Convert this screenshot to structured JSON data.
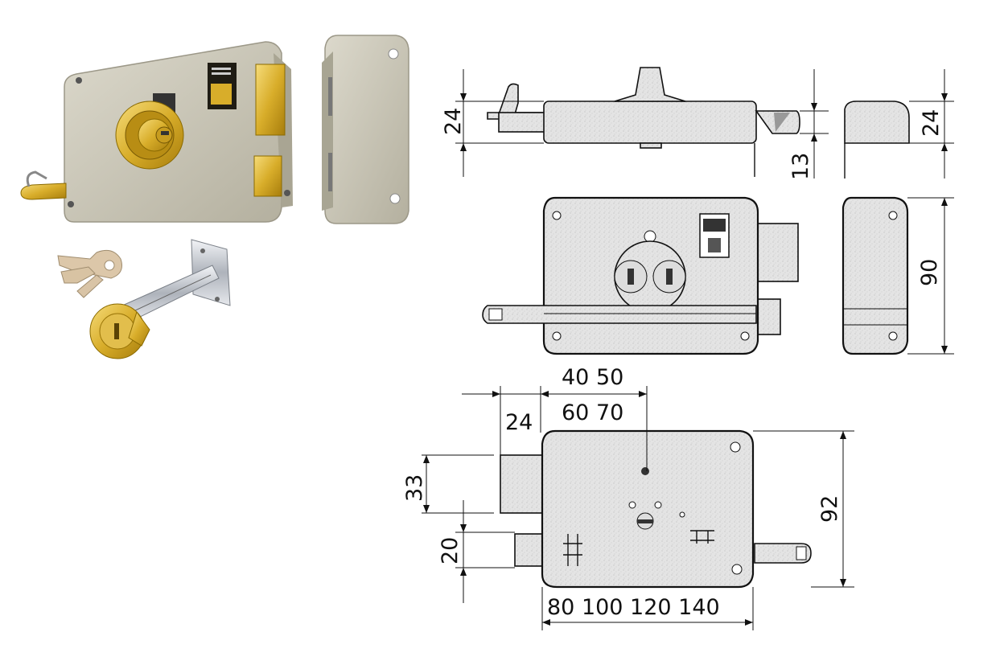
{
  "colors": {
    "lock_body": "#c9c5b4",
    "brass": "#d8ad2a",
    "line": "#111111",
    "drawing_fill": "#e6e6e6"
  },
  "top_view": {
    "height_label": "24",
    "small_label": "13"
  },
  "side_view": {
    "height_label": "24"
  },
  "front_view": {
    "side_height_label": "90"
  },
  "rear_view": {
    "backset_labels": "40 50",
    "backset_labels_2": "60 70",
    "bolt_offset_label": "24",
    "bolt_height_label": "33",
    "latch_height_label": "20",
    "height_label": "92",
    "width_labels": "80 100 120 140"
  }
}
